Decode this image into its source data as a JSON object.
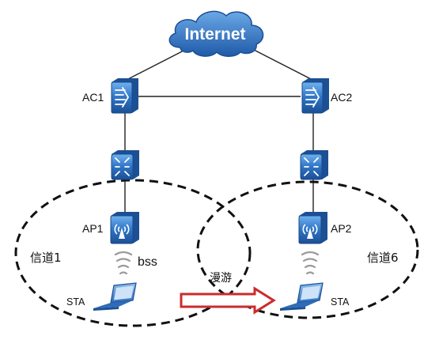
{
  "diagram": {
    "cloud_label": "Internet",
    "ac_left": "AC1",
    "ac_right": "AC2",
    "ap_left": "AP1",
    "ap_right": "AP2",
    "sta_left": "STA",
    "sta_right": "STA",
    "bss_label": "bss",
    "channel_left": "信道1",
    "channel_right": "信道6",
    "roam_label": "漫游"
  },
  "colors": {
    "device_blue": "#2f74c6",
    "cloud_blue": "#2b6cb8",
    "roam_arrow": "#cc2b2b",
    "line": "#222222"
  }
}
